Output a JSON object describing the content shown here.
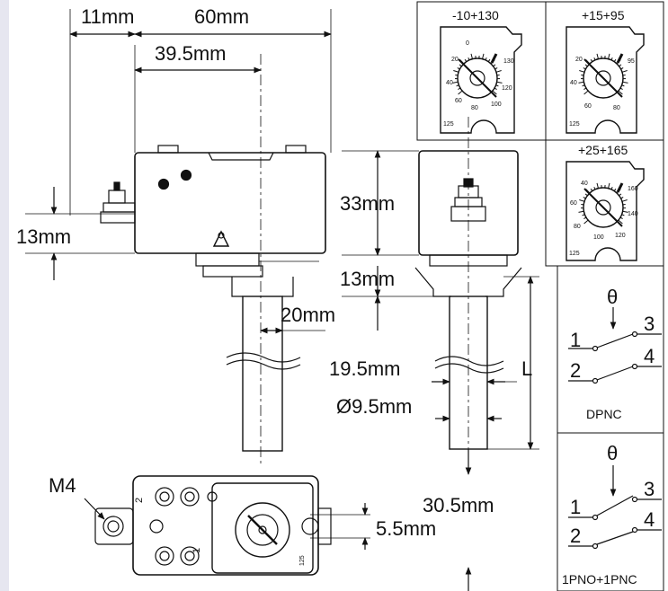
{
  "dimensions": {
    "d11": "11mm",
    "d60": "60mm",
    "d39_5": "39.5mm",
    "d13_left": "13mm",
    "d33": "33mm",
    "d13_mid": "13mm",
    "d20": "20mm",
    "d19_5": "19.5mm",
    "d9_5": "Ø9.5mm",
    "dL": "L",
    "d30_5": "30.5mm",
    "d5_5": "5.5mm",
    "thread": "M4"
  },
  "dials": [
    {
      "range": "-10+130",
      "marks": [
        "0",
        "20",
        "40",
        "60",
        "80",
        "100",
        "120",
        "130"
      ],
      "code": "125"
    },
    {
      "range": "+15+95",
      "marks": [
        "20",
        "40",
        "60",
        "80",
        "95"
      ],
      "code": "125"
    },
    {
      "range": "+25+165",
      "marks": [
        "40",
        "60",
        "80",
        "100",
        "120",
        "140",
        "160"
      ],
      "code": "125"
    }
  ],
  "switches": [
    {
      "symbol": "θ",
      "name": "DPNC",
      "terminals": [
        "1",
        "2",
        "3",
        "4"
      ]
    },
    {
      "symbol": "θ",
      "name": "1PNO+1PNC",
      "terminals": [
        "1",
        "2",
        "3",
        "4"
      ]
    }
  ],
  "base_terminals": [
    "2",
    "1"
  ],
  "bottom_dial_code": "125"
}
